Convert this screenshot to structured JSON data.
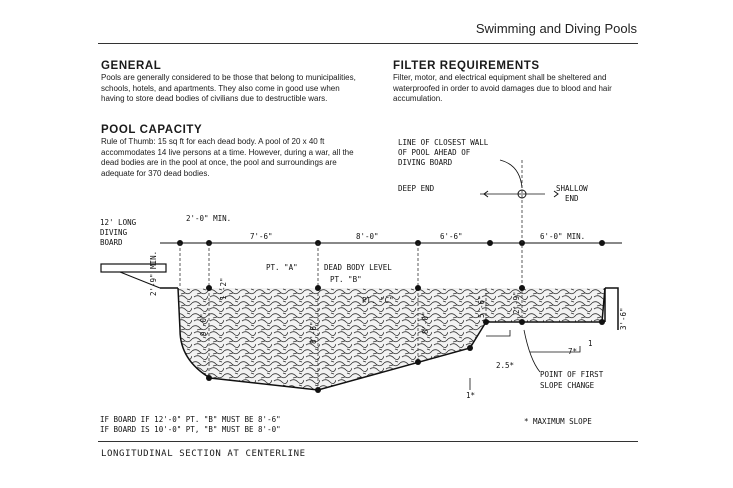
{
  "page_title": "Swimming and Diving Pools",
  "general": {
    "heading": "GENERAL",
    "text": "Pools are generally considered to be those that belong to municipalities, schools, hotels, and apartments. They also come in good use when having to store dead bodies of civilians due to destructible wars."
  },
  "filter": {
    "heading": "FILTER REQUIREMENTS",
    "text": "Filter, motor, and electrical equipment shall be sheltered and waterproofed in order to avoid damages due to blood and hair accumulation."
  },
  "capacity": {
    "heading": "POOL CAPACITY",
    "text": "Rule of Thumb: 15 sq ft for each dead body. A pool of 20 x 40 ft accommodates 14 live persons at a time. However, during a war, all the dead bodies are in the pool at once, the pool and surroundings are adequate for 370 dead bodies."
  },
  "diagram": {
    "wall_note": [
      "LINE OF CLOSEST WALL",
      "OF POOL AHEAD OF",
      "DIVING BOARD"
    ],
    "deep_end": "DEEP END",
    "shallow_end": [
      "SHALLOW",
      "END"
    ],
    "board_label": [
      "12' LONG",
      "DIVING",
      "BOARD"
    ],
    "min_dim": "2'-0\" MIN.",
    "dims": [
      "7'-6\"",
      "8'-0\"",
      "6'-6\"",
      "6'-0\" MIN."
    ],
    "pt_a": "PT. \"A\"",
    "dead_body_level": "DEAD BODY LEVEL",
    "pt_b": "PT. \"B\"",
    "pt_c": "PT. \"C\"",
    "vert_dims": [
      "2'-9\" MIN.",
      "1'-2\"",
      "9'-0\"",
      "8'-6\"",
      "8'-0\"",
      "5'-6\"",
      "2'-9\"",
      "3'-6\""
    ],
    "slope_7": "7*",
    "slope_1": "1",
    "slope_25": "2.5*",
    "slope_1b": "1*",
    "first_slope": [
      "POINT OF FIRST",
      "SLOPE CHANGE"
    ],
    "max_slope": "* MAXIMUM SLOPE",
    "notes": [
      "IF BOARD IF 12'-0\" PT. \"B\" MUST BE 8'-6\"",
      "IF BOARD IS 10'-0\" PT, \"B\" MUST BE 8'-0\""
    ]
  },
  "caption": "LONGITUDINAL SECTION AT CENTERLINE"
}
